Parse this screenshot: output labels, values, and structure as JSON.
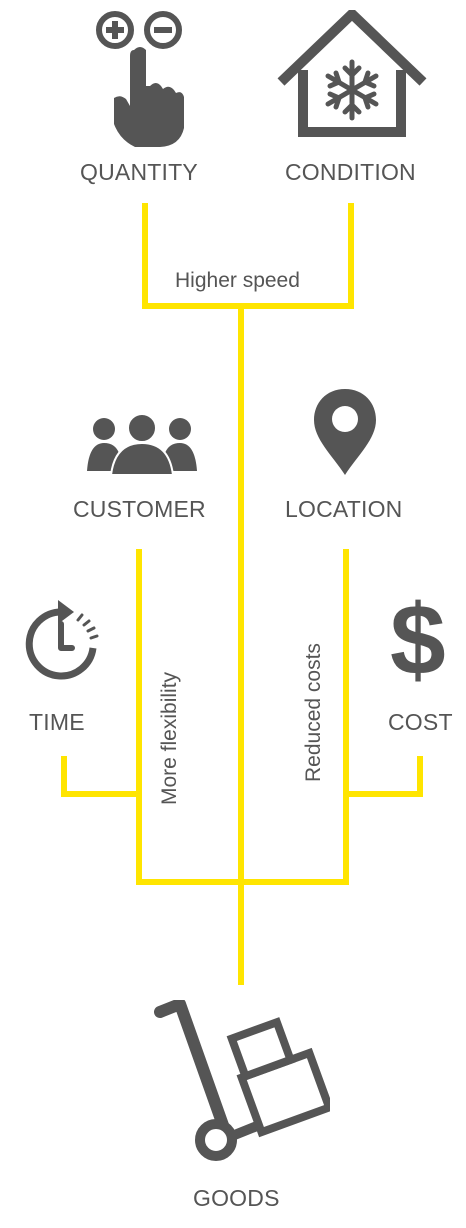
{
  "nodes": {
    "quantity": "QUANTITY",
    "condition": "CONDITION",
    "customer": "CUSTOMER",
    "location": "LOCATION",
    "time": "TIME",
    "cost": "COST",
    "goods": "GOODS"
  },
  "connectors": {
    "higher_speed": "Higher speed",
    "more_flexibility": "More flexibility",
    "reduced_costs": "Reduced costs"
  },
  "icons": {
    "quantity": "hand-plus-minus-icon",
    "condition": "house-snowflake-icon",
    "customer": "people-group-icon",
    "location": "map-pin-icon",
    "time": "stopwatch-icon",
    "cost": "dollar-sign-icon",
    "goods": "hand-truck-icon"
  },
  "colors": {
    "line": "#ffe500",
    "icon": "#555555",
    "text": "#555555"
  }
}
